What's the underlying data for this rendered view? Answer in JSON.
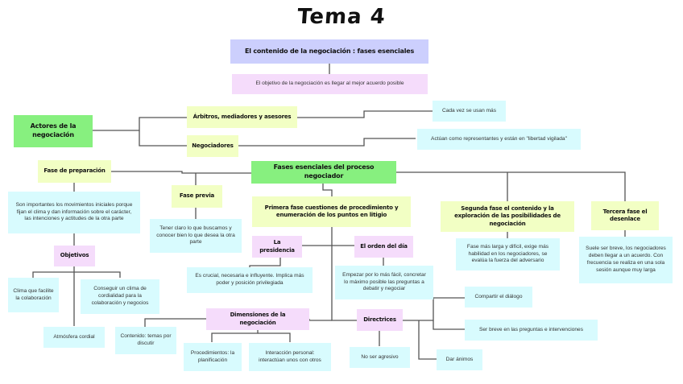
{
  "title": "Tema 4",
  "colors": {
    "main_topic": "#cccffd",
    "pink": "#f5dcfb",
    "green": "#87f07f",
    "yellow": "#f2ffc4",
    "cyan": "#d8fbfe",
    "connector": "#555555"
  },
  "main": {
    "topic": "El contenido de la negociación : fases esenciales",
    "objective": "El objetivo de la negociación es llegar al mejor acuerdo posible"
  },
  "actores": {
    "label": "Actores de la negociación",
    "arbitros": "Árbitros, mediadores y asesores",
    "arbitros_note": "Cada vez se usan más",
    "negociadores": "Negociadores",
    "negociadores_note": "Actúan como representantes y están en \"libertad vigilada\""
  },
  "fases": {
    "label": "Fases esenciales del proceso negociador",
    "preparacion": {
      "label": "Fase de preparación",
      "note": "Son importantes los movimientos iniciales porque fijan el clima y dan información sobre el carácter, las intenciones y actitudes de la otra parte",
      "objetivos": "Objetivos",
      "clima": "Clima que facilite la colaboración",
      "conseguir": "Conseguir un clima de cordialidad para la colaboración y negocios",
      "atmosfera": "Atmósfera cordial"
    },
    "previa": {
      "label": "Fase previa",
      "note": "Tener claro lo que buscamos y conocer bien lo que desea la otra parte"
    },
    "primera": {
      "label": "Primera fase cuestiones de procedimiento y enumeración de los puntos en litigio",
      "presidencia": "La presidencia",
      "presidencia_note": "Es crucial, necesaria e influyente. Implica más poder y posición privilegiada",
      "orden": "El orden del día",
      "orden_note": "Empezar por lo más fácil, concretar lo máximo posible las preguntas a debatir y negociar",
      "dimensiones": "Dimensiones de la negociación",
      "contenido": "Contenido: temas por discutir",
      "procedimientos": "Procedimientos: la planificación",
      "interaccion": "Interacción personal: interactúan unos con otros",
      "directrices": "Directrices",
      "compartir": "Compartir el diálogo",
      "breve": "Ser breve en las preguntas e intervenciones",
      "animos": "Dar ánimos",
      "agresivo": "No ser agresivo"
    },
    "segunda": {
      "label": "Segunda fase el contenido y la exploración de las posibilidades de negociación",
      "note": "Fase más larga y difícil, exige más habilidad en los negociadores, se evalúa la fuerza del adversario"
    },
    "tercera": {
      "label": "Tercera fase el desenlace",
      "note": "Suele ser breve, los negociadores deben llegar a un acuerdo. Con frecuencia se realiza en una sola sesión aunque muy larga"
    }
  }
}
